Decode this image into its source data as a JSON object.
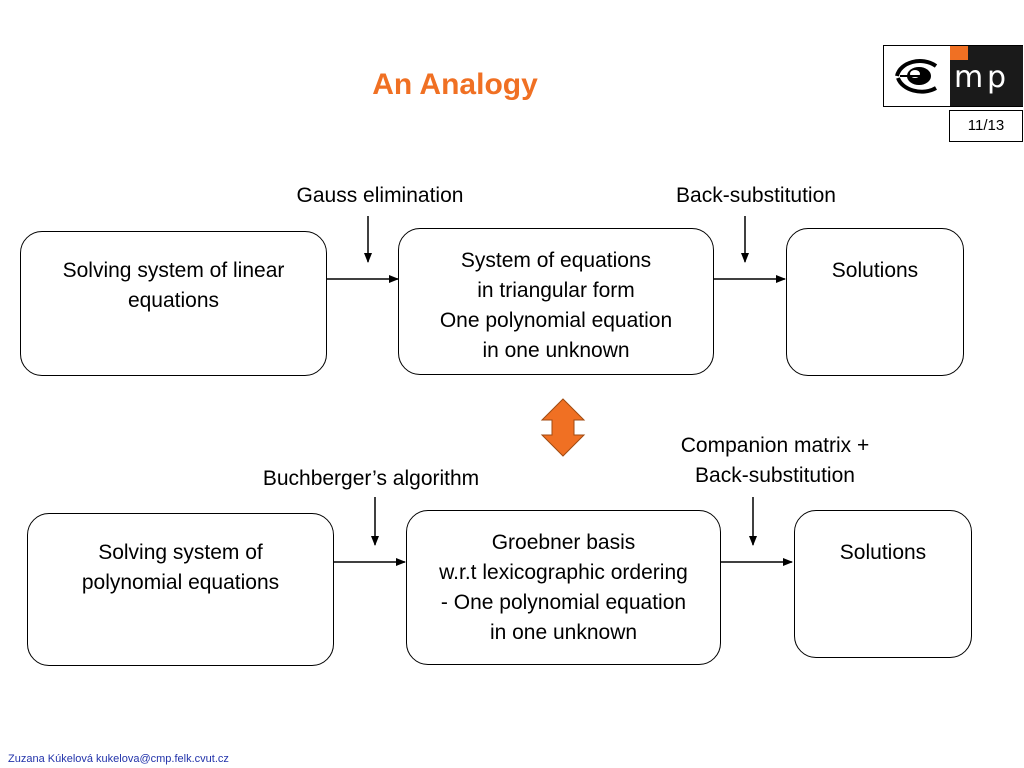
{
  "title": "An Analogy",
  "page_number": "11/13",
  "logo": {
    "letter_m": "m",
    "letter_p": "p"
  },
  "top_row": {
    "input_box": [
      "Solving system of linear",
      "equations"
    ],
    "middle_box": [
      "System of equations",
      "in triangular form",
      "One polynomial equation",
      "in one unknown"
    ],
    "output_box": [
      "Solutions"
    ],
    "step1_label": "Gauss elimination",
    "step2_label": "Back-substitution"
  },
  "bottom_row": {
    "input_box": [
      "Solving system of",
      "polynomial equations"
    ],
    "middle_box": [
      "Groebner basis",
      "w.r.t lexicographic ordering",
      "- One polynomial equation",
      "in one unknown"
    ],
    "output_box": [
      "Solutions"
    ],
    "step1_label": "Buchberger’s algorithm",
    "step2_label": [
      "Companion matrix +",
      "Back-substitution"
    ]
  },
  "colors": {
    "title": "#f07023",
    "double_arrow": "#f07023",
    "footer": "#2233aa"
  },
  "footer": "Zuzana Kúkelová kukelova@cmp.felk.cvut.cz"
}
